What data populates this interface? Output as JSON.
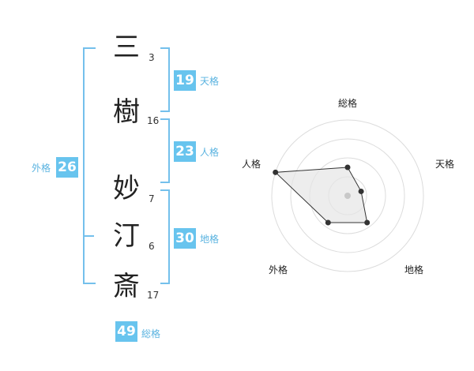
{
  "name_chars": [
    {
      "char": "三",
      "strokes": "3"
    },
    {
      "char": "樹",
      "strokes": "16"
    },
    {
      "char": "妙",
      "strokes": "7"
    },
    {
      "char": "汀",
      "strokes": "6"
    },
    {
      "char": "斎",
      "strokes": "17"
    }
  ],
  "fortunes": {
    "tenkaku": {
      "value": "19",
      "label": "天格"
    },
    "jinkaku": {
      "value": "23",
      "label": "人格"
    },
    "chikaku": {
      "value": "30",
      "label": "地格"
    },
    "gaikaku": {
      "value": "26",
      "label": "外格"
    },
    "soukaku": {
      "value": "49",
      "label": "総格"
    }
  },
  "radar": {
    "axes": [
      "総格",
      "天格",
      "地格",
      "外格",
      "人格"
    ],
    "levels": 4,
    "values": [
      1.5,
      0.75,
      1.75,
      1.75,
      4
    ]
  },
  "colors": {
    "accent": "#68c4ee",
    "bracket": "#74c0ec",
    "polygon_fill": "#e6e6e6"
  }
}
